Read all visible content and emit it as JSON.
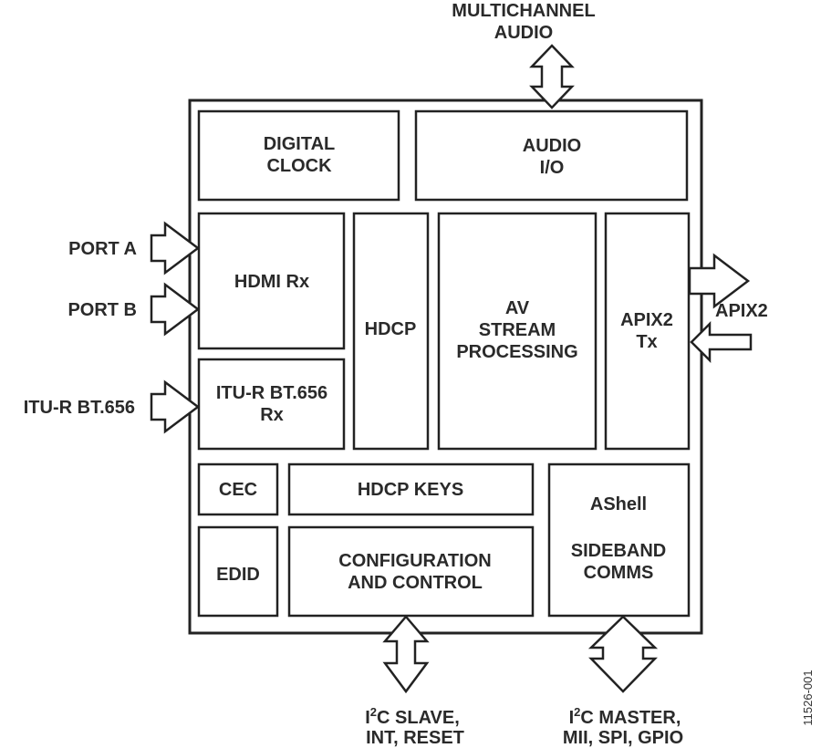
{
  "external_labels": {
    "multichannel_audio": [
      "MULTICHANNEL",
      "AUDIO"
    ],
    "port_a": "PORT A",
    "port_b": "PORT B",
    "itu_r": "ITU-R BT.656",
    "apix2": "APIX2",
    "i2c_slave": [
      "I",
      "2",
      "C SLAVE,",
      "INT, RESET"
    ],
    "i2c_master": [
      "I",
      "2",
      "C MASTER,",
      "MII, SPI, GPIO"
    ]
  },
  "blocks": {
    "digital_clock": [
      "DIGITAL",
      "CLOCK"
    ],
    "audio_io": [
      "AUDIO",
      "I/O"
    ],
    "hdmi_rx": [
      "HDMI Rx"
    ],
    "hdcp": [
      "HDCP"
    ],
    "av_stream": [
      "AV",
      "STREAM",
      "PROCESSING"
    ],
    "apix2_tx": [
      "APIX2",
      "Tx"
    ],
    "itu_rx": [
      "ITU-R BT.656",
      "Rx"
    ],
    "cec": [
      "CEC"
    ],
    "hdcp_keys": [
      "HDCP KEYS"
    ],
    "edid": [
      "EDID"
    ],
    "config": [
      "CONFIGURATION",
      "AND CONTROL"
    ],
    "ashell": [
      "AShell",
      "",
      "SIDEBAND",
      "COMMS"
    ]
  },
  "figure_id": "11526-001"
}
